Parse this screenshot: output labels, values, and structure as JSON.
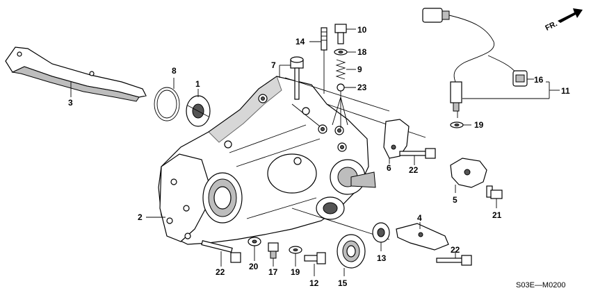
{
  "diagram": {
    "part_numbers": [
      "1",
      "2",
      "3",
      "4",
      "5",
      "6",
      "7",
      "8",
      "9",
      "10",
      "11",
      "12",
      "13",
      "14",
      "15",
      "16",
      "17",
      "18",
      "19",
      "19",
      "20",
      "21",
      "22",
      "22",
      "22",
      "23"
    ],
    "direction_label": "FR.",
    "drawing_code": "S03E—M0200"
  }
}
